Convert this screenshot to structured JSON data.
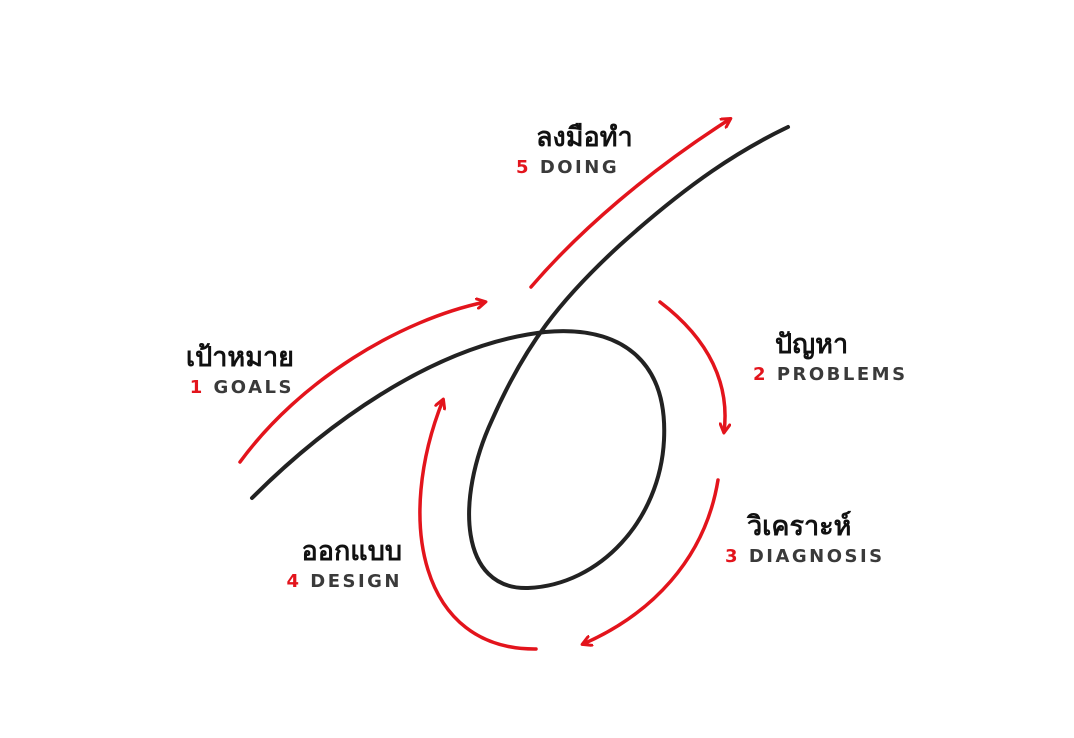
{
  "colors": {
    "accent": "#e3141c",
    "path": "#222222",
    "text": "#111111",
    "subtext": "#3a3a3a"
  },
  "steps": [
    {
      "number": "1",
      "english": "GOALS",
      "thai": "เป้าหมาย"
    },
    {
      "number": "2",
      "english": "PROBLEMS",
      "thai": "ปัญหา"
    },
    {
      "number": "3",
      "english": "DIAGNOSIS",
      "thai": "วิเคราะห์"
    },
    {
      "number": "4",
      "english": "DESIGN",
      "thai": "ออกแบบ"
    },
    {
      "number": "5",
      "english": "DOING",
      "thai": "ลงมือทำ"
    }
  ]
}
